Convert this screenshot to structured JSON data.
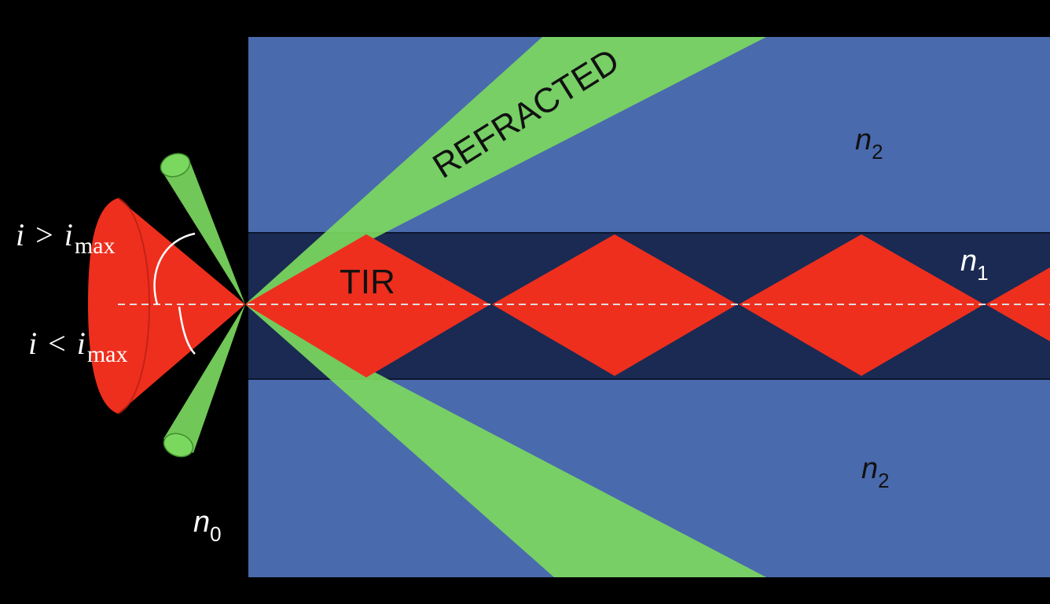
{
  "colors": {
    "background": "#000000",
    "cladding": "#4a6aae",
    "core": "#1a2a52",
    "tir_rays": "#ee2f1e",
    "refracted_rays": "#7bd85e",
    "axis_line": "#dddddd",
    "label_light": "#ffffff",
    "label_dark": "#111111"
  },
  "labels": {
    "refracted": "REFRACTED",
    "tir": "TIR",
    "n2_top": {
      "base": "n",
      "sub": "2"
    },
    "n1": {
      "base": "n",
      "sub": "1"
    },
    "n2_bottom": {
      "base": "n",
      "sub": "2"
    },
    "n0": {
      "base": "n",
      "sub": "0"
    },
    "angle_greater": {
      "var": "i",
      "op": ">",
      "base": "i",
      "sub": "max"
    },
    "angle_less": {
      "var": "i",
      "op": "<",
      "base": "i",
      "sub": "max"
    }
  },
  "icons": {
    "entry_cone": "cone-icon",
    "refracted_cylinders": "cylinder-icon"
  }
}
